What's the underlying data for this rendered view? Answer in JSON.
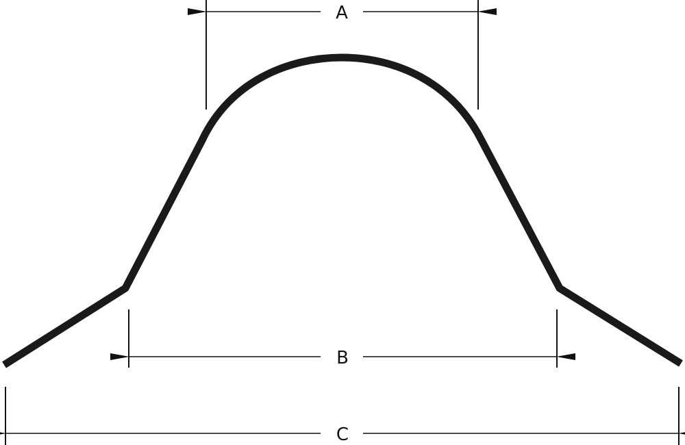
{
  "diagram": {
    "dimensions": [
      {
        "id": "A",
        "label": "A"
      },
      {
        "id": "B",
        "label": "B"
      },
      {
        "id": "C",
        "label": "C"
      }
    ],
    "colors": {
      "profile": "#1a1a1a",
      "dimension_lines": "#111111",
      "background": "#ffffff"
    }
  }
}
